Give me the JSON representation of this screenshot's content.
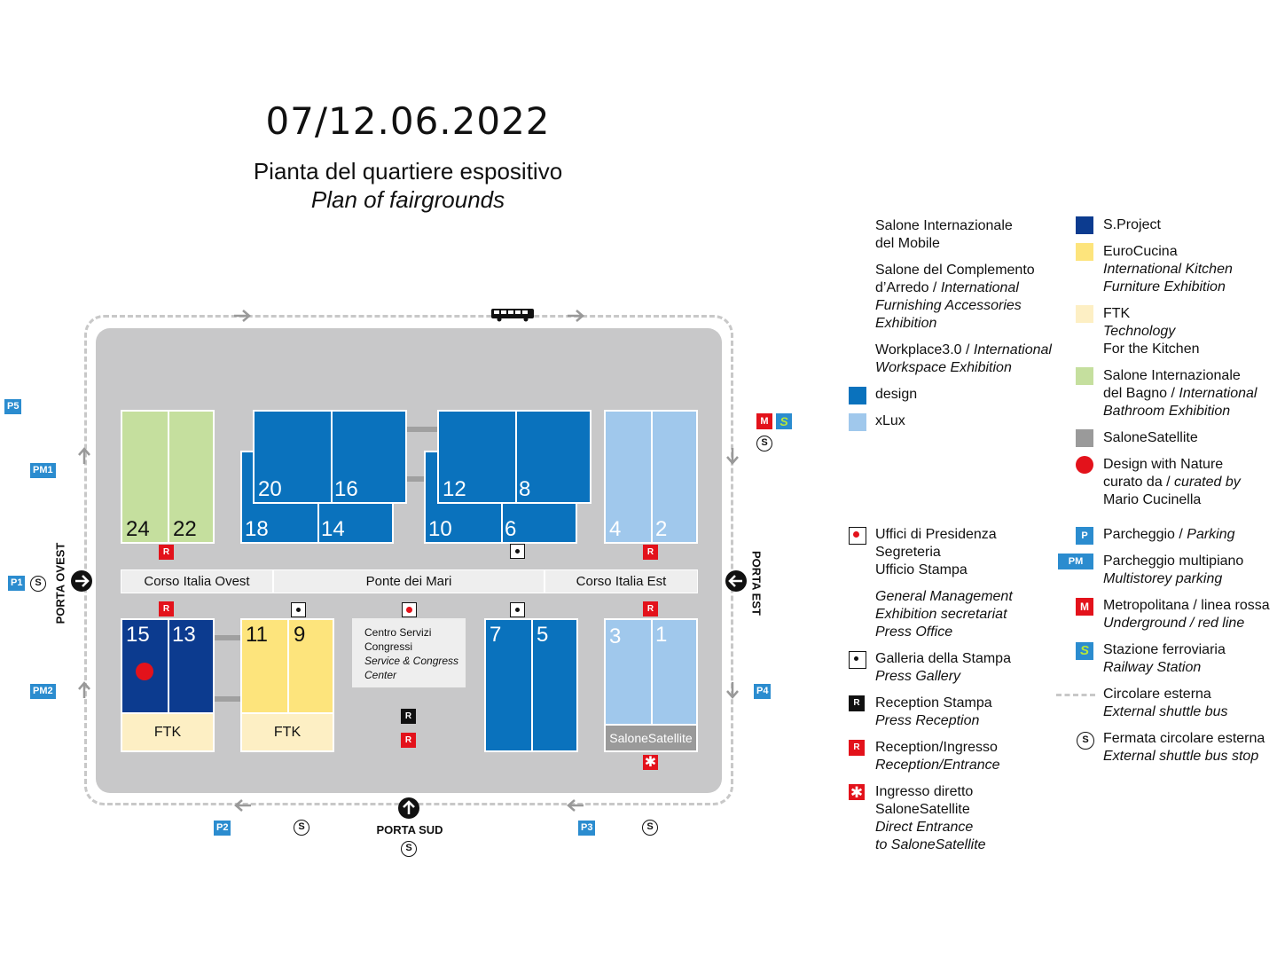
{
  "header": {
    "dates": "07/12.06.2022",
    "subtitle_it": "Pianta del quartiere espositivo",
    "subtitle_en": "Plan of fairgrounds"
  },
  "colors": {
    "design": "#0a72bd",
    "xlux": "#a0c8ec",
    "sproject": "#0c3b8f",
    "eurocucina": "#fde47c",
    "ftk": "#fdefc4",
    "bagno": "#c5df9e",
    "satellite": "#9a9a9a",
    "red": "#e3121b",
    "parking": "#2b8ccf",
    "ground": "#c8c8c9"
  },
  "halls": {
    "h24": "24",
    "h22": "22",
    "h20": "20",
    "h16": "16",
    "h18": "18",
    "h14": "14",
    "h12": "12",
    "h8": "8",
    "h10": "10",
    "h6": "6",
    "h4": "4",
    "h2": "2",
    "h15": "15",
    "h13": "13",
    "h11": "11",
    "h9": "9",
    "h7": "7",
    "h5": "5",
    "h3": "3",
    "h1": "1",
    "ftk_a": "FTK",
    "ftk_b": "FTK",
    "satellite": "SaloneSatellite",
    "center_1": "Centro Servizi",
    "center_2": "Congressi",
    "center_3": "Service & Congress",
    "center_4": "Center"
  },
  "streets": {
    "ovest": "Corso Italia Ovest",
    "ponte": "Ponte dei Mari",
    "est": "Corso Italia Est"
  },
  "gates": {
    "ovest": "PORTA OVEST",
    "est": "PORTA EST",
    "sud": "PORTA SUD"
  },
  "badges": {
    "r": "R",
    "m": "M",
    "s": "S",
    "stop": "S",
    "p1": "P1",
    "p2": "P2",
    "p3": "P3",
    "p4": "P4",
    "p5": "P5",
    "pm1": "PM1",
    "pm2": "PM2",
    "p": "P",
    "pm": "PM",
    "star": "✱"
  },
  "legend": {
    "mobile_1": "Salone Internazionale",
    "mobile_2": "del Mobile",
    "compl_1": "Salone del Complemento",
    "compl_2a": "d’Arredo  / ",
    "compl_2b": "International",
    "compl_3": "Furnishing Accessories",
    "compl_4": "Exhibition",
    "work_1a": "Workplace3.0 / ",
    "work_1b": "International",
    "work_2": "Workspace Exhibition",
    "design": "design",
    "xlux": "xLux",
    "sproject": "S.Project",
    "euro_1": "EuroCucina",
    "euro_2": "International Kitchen",
    "euro_3": "Furniture Exhibition",
    "ftk_1": "FTK",
    "ftk_2": "Technology",
    "ftk_3": "For the Kitchen",
    "bagno_1": "Salone Internazionale",
    "bagno_2a": "del Bagno  / ",
    "bagno_2b": "International",
    "bagno_3": "Bathroom Exhibition",
    "satellite": "SaloneSatellite",
    "nature_1": "Design with Nature",
    "nature_2a": "curato da / ",
    "nature_2b": "curated by",
    "nature_3": "Mario Cucinella",
    "uffici_1": "Uffici di Presidenza",
    "uffici_2": "Segreteria",
    "uffici_3": "Ufficio Stampa",
    "uffici_4": "General Management",
    "uffici_5": "Exhibition secretariat",
    "uffici_6": "Press Office",
    "galleria_1": "Galleria della Stampa",
    "galleria_2": "Press Gallery",
    "recst_1": "Reception Stampa",
    "recst_2": "Press Reception",
    "rec_1": "Reception/Ingresso",
    "rec_2": "Reception/Entrance",
    "ingr_1": "Ingresso diretto",
    "ingr_2": "SaloneSatellite",
    "ingr_3": "Direct Entrance",
    "ingr_4": "to SaloneSatellite",
    "park_1a": "Parcheggio / ",
    "park_1b": "Parking",
    "pm_1": "Parcheggio multipiano",
    "pm_2": "Multistorey parking",
    "metro_1": "Metropolitana / linea rossa",
    "metro_2": "Underground / red line",
    "rail_1": "Stazione ferroviaria",
    "rail_2": "Railway Station",
    "circ_1": "Circolare esterna",
    "circ_2": "External shuttle bus",
    "stop_1": "Fermata circolare esterna",
    "stop_2": "External shuttle bus stop"
  }
}
